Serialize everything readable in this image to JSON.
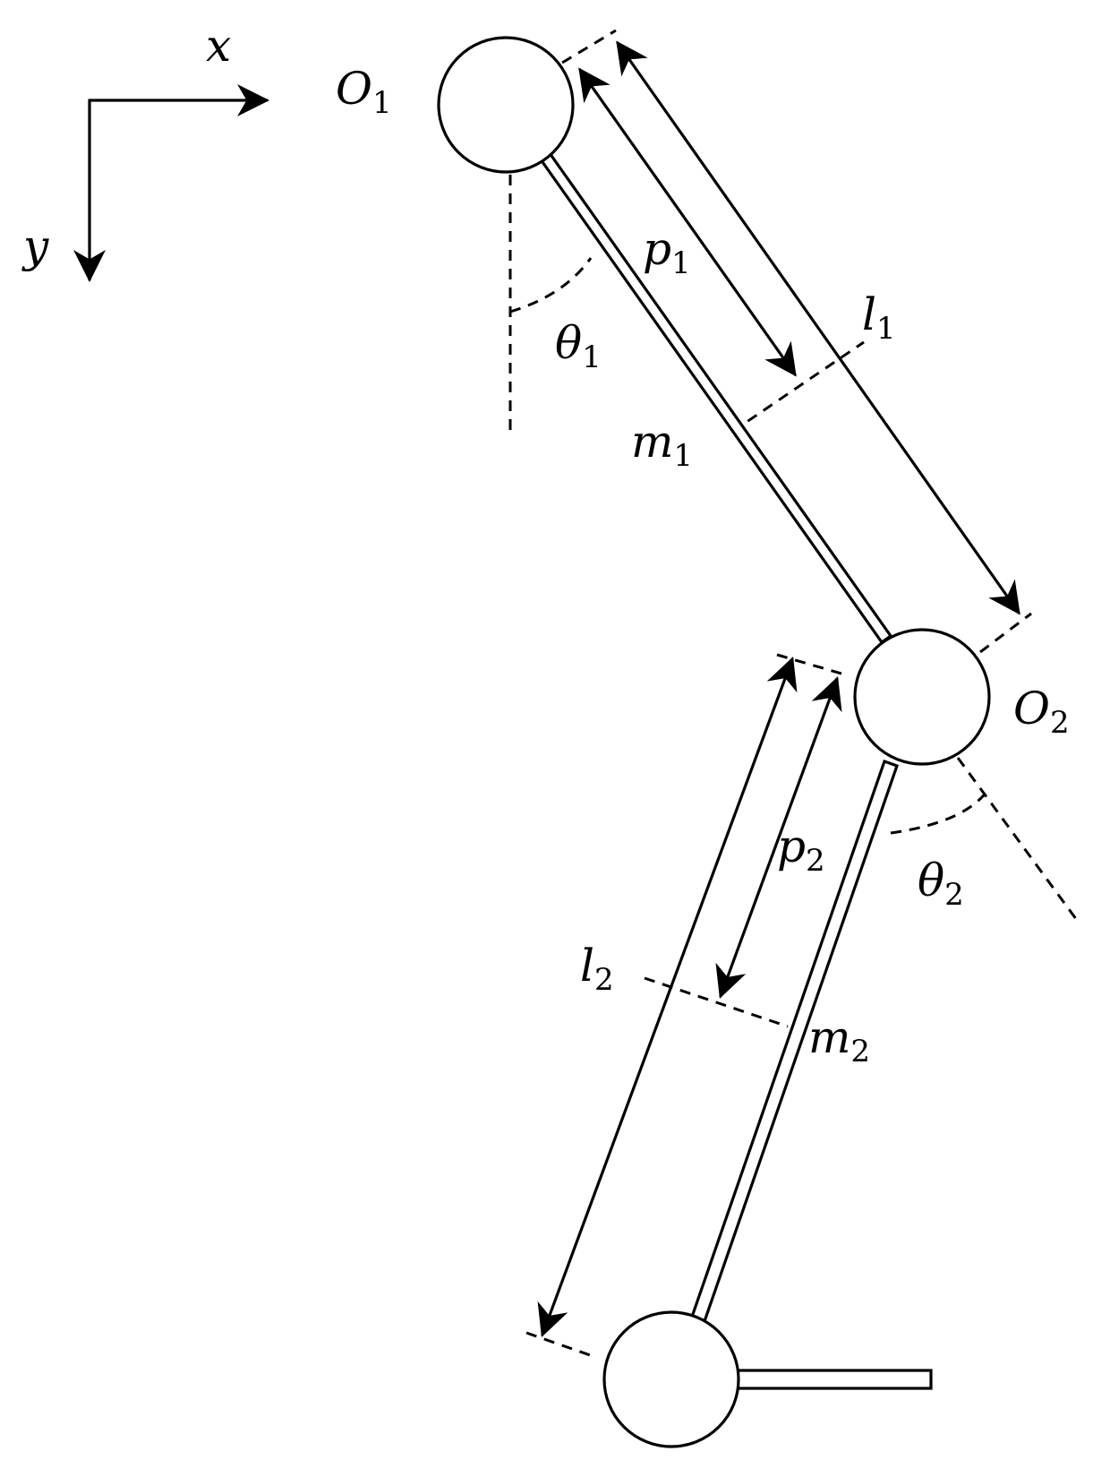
{
  "axes": {
    "x_label": "x",
    "y_label": "y"
  },
  "joints": {
    "o1": {
      "name": "O",
      "sub": "1"
    },
    "o2": {
      "name": "O",
      "sub": "2"
    }
  },
  "link1": {
    "length": {
      "name": "l",
      "sub": "1"
    },
    "com_distance": {
      "name": "p",
      "sub": "1"
    },
    "mass": {
      "name": "m",
      "sub": "1"
    },
    "angle": {
      "name": "θ",
      "sub": "1"
    }
  },
  "link2": {
    "length": {
      "name": "l",
      "sub": "2"
    },
    "com_distance": {
      "name": "p",
      "sub": "2"
    },
    "mass": {
      "name": "m",
      "sub": "2"
    },
    "angle": {
      "name": "θ",
      "sub": "2"
    }
  }
}
